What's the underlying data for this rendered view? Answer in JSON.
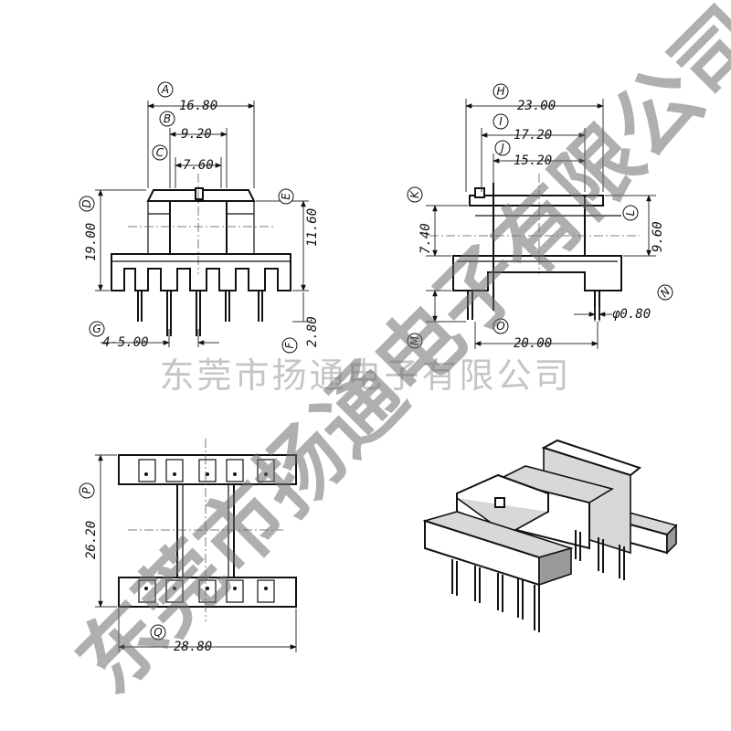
{
  "labels": {
    "A": "A",
    "B": "B",
    "C": "C",
    "D": "D",
    "E": "E",
    "F": "F",
    "G": "G",
    "H": "H",
    "I": "I",
    "J": "J",
    "K": "K",
    "L": "L",
    "M": "M",
    "N": "N",
    "O": "O",
    "P": "P",
    "Q": "Q"
  },
  "dims": {
    "A": "16.80",
    "B": "9.20",
    "C": "7.60",
    "D": "19.00",
    "E": "11.60",
    "F": "2.80",
    "G": "4-5.00",
    "H": "23.00",
    "I": "17.20",
    "J": "15.20",
    "K": "7.40",
    "L": "9.60",
    "N": "φ0.80",
    "O": "20.00",
    "P": "26.20",
    "Q": "28.80"
  },
  "watermark": {
    "line": "东莞市扬通电子有限公司",
    "diagonal": "东莞市扬通电子有限公司"
  },
  "colors": {
    "line": "#111111",
    "watermark": "#8c8c8c"
  }
}
